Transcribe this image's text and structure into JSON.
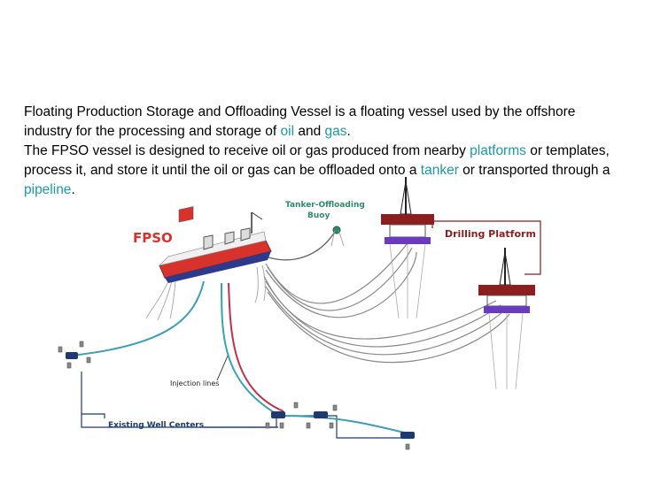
{
  "text": {
    "p1": {
      "before_oil": "Floating Production Storage and Offloading Vessel is a floating vessel used by the offshore industry for the processing and storage of ",
      "oil_link": "oil",
      "and": " and ",
      "gas_link": "gas",
      "end": "."
    },
    "p2": {
      "start": "The FPSO vessel is designed to receive oil or gas produced from nearby ",
      "platforms_link": "platforms",
      "middle": " or templates, process it, and store it until the oil or gas can be offloaded onto a ",
      "tanker_link": "tanker",
      "middle2": " or transported through a ",
      "pipeline_link": "pipeline",
      "end": "."
    }
  },
  "diagram": {
    "fpso_label": "FPSO",
    "buoy_label_line1": "Tanker-Offloading",
    "buoy_label_line2": "Buoy",
    "drilling_label": "Drilling Platform",
    "injection_label": "Injection lines",
    "wells_label": "Existing Well Centers",
    "colors": {
      "fpso_red": "#d8322c",
      "label_green": "#2f8a68",
      "platform_maroon": "#8b1e1e",
      "pipeline_teal": "#3aa0b4",
      "manifold_navy": "#1e3a6e"
    }
  }
}
